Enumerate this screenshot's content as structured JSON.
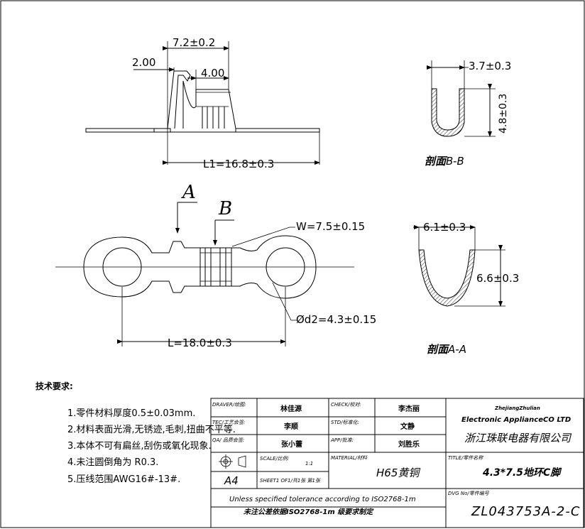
{
  "top_view": {
    "dim_2_00": "2.00",
    "dim_7_2": "7.2±0.2",
    "dim_4_00": "4.00",
    "dim_length": "L1=16.8±0.3"
  },
  "section_b": {
    "dim_width": "3.7±0.3",
    "dim_height": "4.8±0.3",
    "label_prefix": "剖面",
    "label_suffix": "B-B"
  },
  "plan_view": {
    "label_a": "A",
    "label_b": "B",
    "dim_w": "W=7.5±0.15",
    "dim_d2": "Ød2=4.3±0.15",
    "dim_l": "L=18.0±0.3"
  },
  "section_a": {
    "dim_width": "6.1±0.3",
    "dim_height": "6.6±0.3",
    "label_prefix": "剖面",
    "label_suffix": "A-A"
  },
  "notes": {
    "heading": "技术要求:",
    "items": [
      "1.零件材料厚度0.5±0.03mm.",
      "2.材料表面光滑,无锈迹,毛刺,扭曲不平等.",
      "3.本体不可有扁丝,刮伤或氧化现象.",
      "4.未注圆倒角为 R0.3.",
      "5.压线范围AWG16#-13#."
    ]
  },
  "title_block": {
    "drawer_label": "DRAVER/绘图:",
    "drawer_value": "林佳源",
    "check_label": "CHECK/校对:",
    "check_value": "李杰丽",
    "tec_label": "TEC/工艺会签:",
    "tec_value": "李顺",
    "std_label": "STD/标准化:",
    "std_value": "文静",
    "qa_label": "QA/ 品质会签:",
    "qa_value": "张小蕾",
    "app_label": "APP/批准:",
    "app_value": "刘胜乐",
    "scale_label": "SCALE/比例:",
    "scale_value": "1:1",
    "sheet_label": "SHEET1 OF1/共1张 第1张",
    "paper_size": "A4",
    "material_label": "MATERIAL/材料",
    "material_value": "H65黄铜",
    "title_label": "TITLE/零件名称",
    "title_value": "4.3*7.5地环C脚",
    "dwg_label": "DVG No/零件编号",
    "dwg_value": "ZL043753A-2-C",
    "tolerance_en": "Unless specified tolerance according to ISO2768-1m",
    "tolerance_cn": "未注公差依据ISO2768-1m 级要求制定",
    "company_en1": "ZhejiangZhulian",
    "company_en2": "Electronic ApplianceCO LTD",
    "company_cn": "浙江珠联电器有限公司"
  }
}
